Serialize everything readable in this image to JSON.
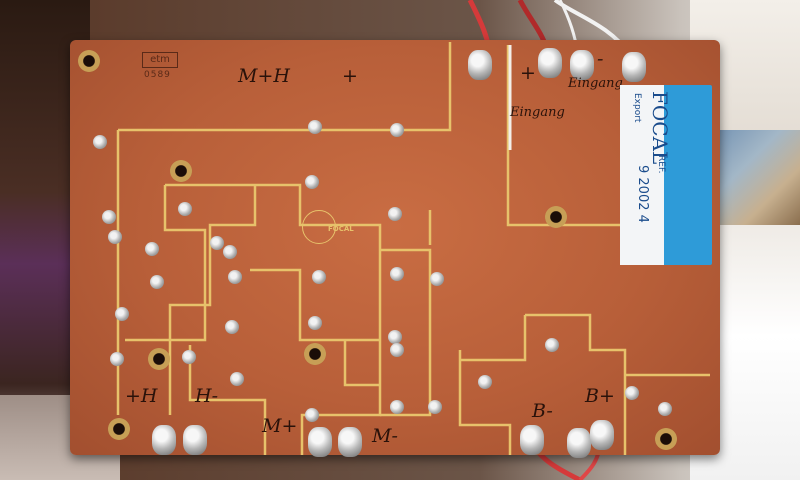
{
  "board": {
    "maker_mark": "etm",
    "maker_number": "0589",
    "logo_text": "FOCAL",
    "labels": {
      "top_mh": "M+H",
      "top_plus": "+",
      "input_plus": "+",
      "input_minus": "-",
      "input_top": "Eingang",
      "input_mid": "Eingang",
      "h_plus": "+H",
      "h_minus": "H-",
      "m_plus": "M+",
      "m_minus": "M-",
      "b_minus": "B-",
      "b_plus": "B+"
    }
  },
  "sticker": {
    "brand": "FOCAL",
    "line1": "Export",
    "line2": "REF.",
    "serial": "9 2002 4"
  },
  "colors": {
    "board": "#b85f39",
    "trace": "#e7c26b",
    "sticker": "#2e9bd8"
  }
}
